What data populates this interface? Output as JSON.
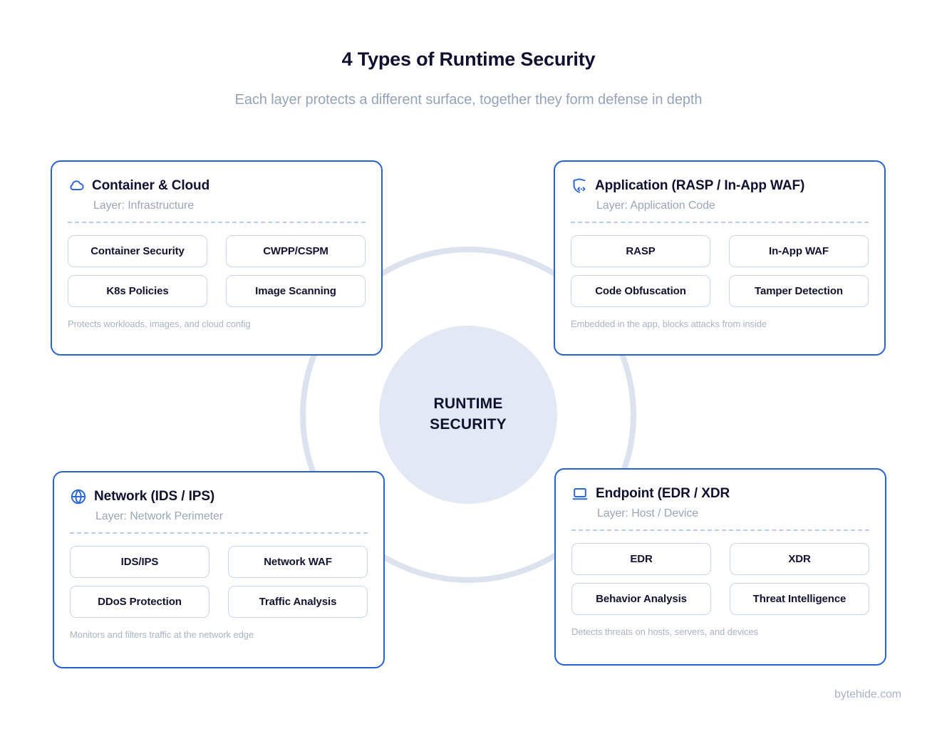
{
  "header": {
    "title": "4 Types of Runtime Security",
    "subtitle": "Each layer protects a different surface, together they form defense in depth"
  },
  "hub": {
    "label": "RUNTIME\nSECURITY"
  },
  "colors": {
    "card_border": "#2563d1",
    "chip_border": "#c7d6ec",
    "icon_blue": "#2f69d4",
    "hub_fill": "#e3e9f4",
    "ring": "#dce3ef",
    "title": "#101130",
    "muted": "#9aa6b6"
  },
  "cards": [
    {
      "position": "top-left",
      "icon": "cloud-icon",
      "title": "Container & Cloud",
      "layer": "Layer: Infrastructure",
      "chips": [
        "Container Security",
        "CWPP/CSPM",
        "K8s Policies",
        "Image Scanning"
      ],
      "note": "Protects workloads, images, and cloud config"
    },
    {
      "position": "top-right",
      "icon": "shield-code-icon",
      "title": "Application (RASP / In-App WAF)",
      "layer": "Layer: Application Code",
      "chips": [
        "RASP",
        "In-App WAF",
        "Code Obfuscation",
        "Tamper Detection"
      ],
      "note": "Embedded in the app, blocks attacks from inside"
    },
    {
      "position": "bottom-left",
      "icon": "globe-icon",
      "title": "Network (IDS / IPS)",
      "layer": "Layer: Network Perimeter",
      "chips": [
        "IDS/IPS",
        "Network WAF",
        "DDoS Protection",
        "Traffic Analysis"
      ],
      "note": "Monitors and filters traffic at the network edge"
    },
    {
      "position": "bottom-right",
      "icon": "monitor-icon",
      "title": "Endpoint (EDR / XDR",
      "layer": "Layer: Host / Device",
      "chips": [
        "EDR",
        "XDR",
        "Behavior Analysis",
        "Threat Intelligence"
      ],
      "note": "Detects threats on hosts, servers, and devices"
    }
  ],
  "watermark": "bytehide.com"
}
